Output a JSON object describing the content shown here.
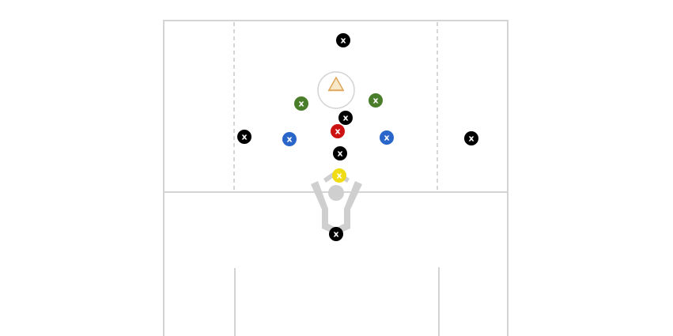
{
  "diagram": {
    "colors": {
      "lines": "#d4d4d4",
      "dashed": "#c8c8c8",
      "goalie": "#cfcfcf",
      "cone_fill": "#f6e8c8",
      "cone_stroke": "#e0a65a",
      "black": "#000000",
      "green": "#4a7d2a",
      "blue": "#2a66c9",
      "red": "#cc1111",
      "yellow": "#f0dc14"
    },
    "players": [
      {
        "label": "x",
        "color": "black",
        "text_color": "#ffffff"
      },
      {
        "label": "x",
        "color": "green",
        "text_color": "#ffffff"
      },
      {
        "label": "x",
        "color": "green",
        "text_color": "#ffffff"
      },
      {
        "label": "x",
        "color": "black",
        "text_color": "#ffffff"
      },
      {
        "label": "x",
        "color": "red",
        "text_color": "#ffffff"
      },
      {
        "label": "x",
        "color": "black",
        "text_color": "#ffffff"
      },
      {
        "label": "x",
        "color": "blue",
        "text_color": "#ffffff"
      },
      {
        "label": "x",
        "color": "blue",
        "text_color": "#ffffff"
      },
      {
        "label": "x",
        "color": "black",
        "text_color": "#ffffff"
      },
      {
        "label": "x",
        "color": "black",
        "text_color": "#ffffff"
      },
      {
        "label": "x",
        "color": "yellow",
        "text_color": "#ffffff"
      },
      {
        "label": "x",
        "color": "black",
        "text_color": "#ffffff"
      }
    ]
  }
}
